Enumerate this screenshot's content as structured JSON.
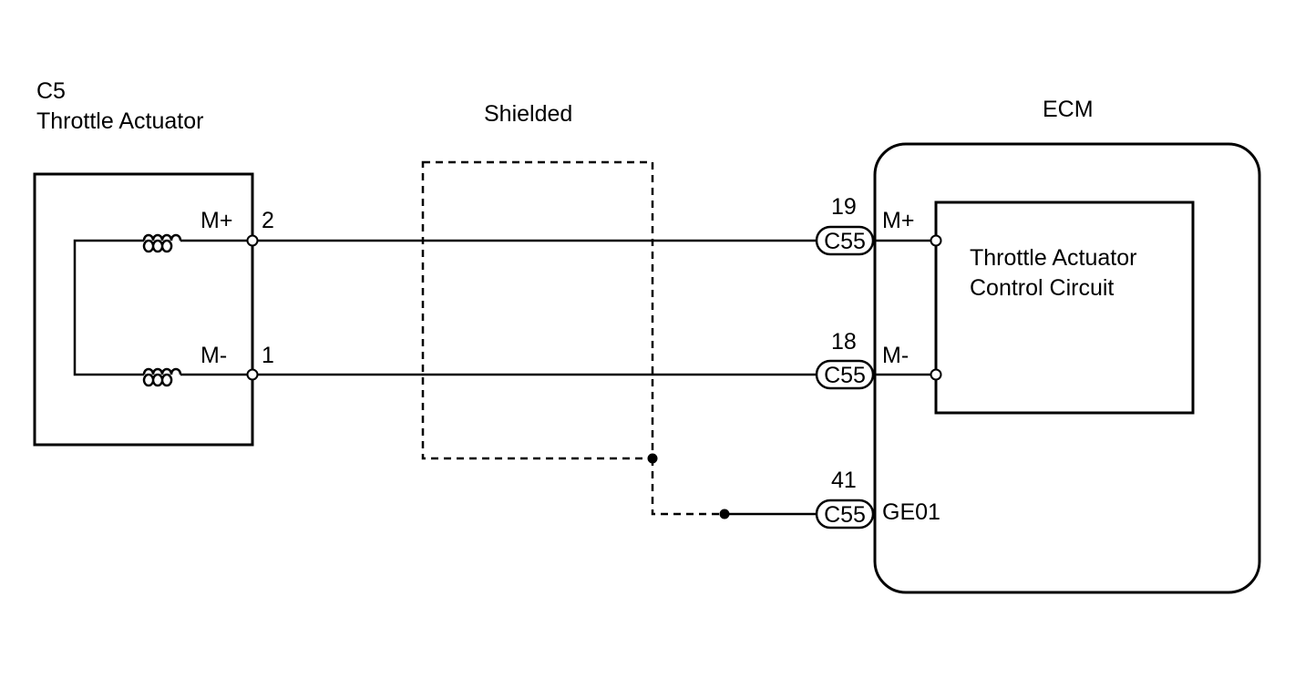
{
  "actuator": {
    "connector": "C5",
    "name": "Throttle Actuator",
    "pins": [
      {
        "label": "M+",
        "number": "2"
      },
      {
        "label": "M-",
        "number": "1"
      }
    ]
  },
  "shield": {
    "label": "Shielded"
  },
  "ecm": {
    "title": "ECM",
    "circuit_line1": "Throttle Actuator",
    "circuit_line2": "Control Circuit",
    "terminals": [
      {
        "pin": "19",
        "connector": "C55",
        "label": "M+"
      },
      {
        "pin": "18",
        "connector": "C55",
        "label": "M-"
      },
      {
        "pin": "41",
        "connector": "C55",
        "label": "GE01"
      }
    ]
  }
}
